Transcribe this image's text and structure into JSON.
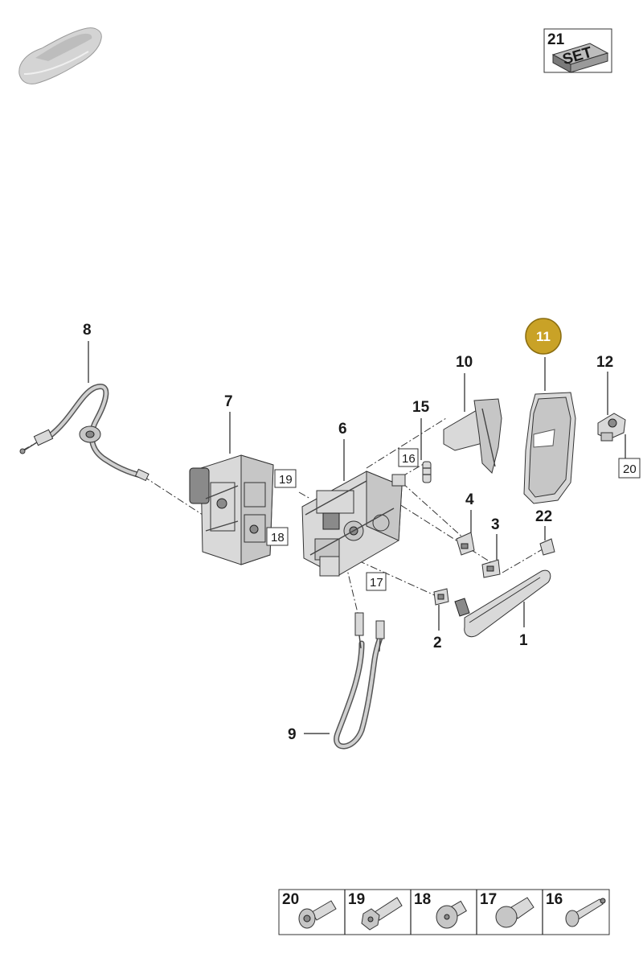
{
  "set_badge": {
    "number": "21",
    "text": "SET"
  },
  "callouts": {
    "p1": "1",
    "p2": "2",
    "p3": "3",
    "p4": "4",
    "p6": "6",
    "p7": "7",
    "p8": "8",
    "p9": "9",
    "p10": "10",
    "p11": "11",
    "p12": "12",
    "p15": "15",
    "p22": "22"
  },
  "boxed_refs": {
    "b16": "16",
    "b17": "17",
    "b18": "18",
    "b19": "19",
    "b20": "20"
  },
  "fastener_table": [
    "20",
    "19",
    "18",
    "17",
    "16"
  ],
  "colors": {
    "highlight": "#c9a227",
    "highlight_stroke": "#8a6d10",
    "line": "#222222"
  }
}
